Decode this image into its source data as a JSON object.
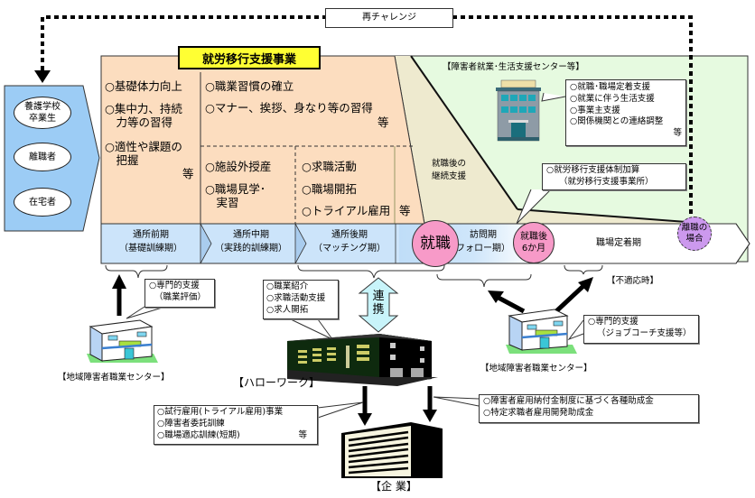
{
  "title": "就労移行支援事業",
  "rechallenge_label": "再チャレンジ",
  "sources": {
    "items": [
      "養護学校\n卒業生",
      "離職者",
      "在宅者"
    ]
  },
  "support_blocks": {
    "col1": [
      "○基礎体力向上",
      "○集中力、持続\n　力等の習得",
      "○適性や課題の\n　把握"
    ],
    "col1_etc": "等",
    "col2_top": [
      "○職業習慣の確立",
      "○マナー、挨拶、身なり等の習得"
    ],
    "col2_top_etc": "等",
    "col2_bottom": [
      "○施設外授産",
      "○職場見学･\n　実習"
    ],
    "col3_bottom": [
      "○求職活動",
      "○職場開拓",
      "○トライアル雇用"
    ],
    "col3_etc": "等"
  },
  "post_employment": {
    "label": "就職後の\n継続支援"
  },
  "center_top": {
    "title": "【障害者就業･生活支援センター等】",
    "items": [
      "○就職･職場定着支援",
      "○就業に伴う生活支援",
      "○事業主支援",
      "○関係機関との連絡調整"
    ],
    "etc": "等"
  },
  "bonus_box": {
    "lines": [
      "○就労移行支援体制加算",
      "（就労移行支援事業所）"
    ]
  },
  "timeline": {
    "phases": [
      {
        "label": "通所前期",
        "sub": "（基礎訓練期）"
      },
      {
        "label": "通所中期",
        "sub": "（実践的訓練期）"
      },
      {
        "label": "通所後期",
        "sub": "（マッチング期）"
      },
      {
        "label": "訪問期",
        "sub": "フォロー期）"
      },
      {
        "label": "職場定着期",
        "sub": ""
      }
    ],
    "employment_circle": "就職",
    "six_month_circle": "就職後\n6か月",
    "leave_circle": "離職の\n場合"
  },
  "vocational_center_left": {
    "callout": [
      "○専門的支援",
      "（職業評価）"
    ],
    "label": "【地域障害者職業センター】"
  },
  "hello_work": {
    "callout": [
      "○職業紹介",
      "○求職活動支援",
      "○求人開拓"
    ],
    "label": "【ハローワーク】",
    "link_label": "連\n携"
  },
  "vocational_center_right": {
    "callout": [
      "○専門的支援",
      "（ジョブコーチ支援等）"
    ],
    "label": "【地域障害者職業センター】",
    "maladjust_label": "【不適応時】"
  },
  "enterprise": {
    "label": "【企 業】",
    "left_callout": [
      "○試行雇用(トライアル雇用)事業",
      "○障害者委託訓練",
      "○職場適応訓練(短期)"
    ],
    "left_etc": "等",
    "right_callout": [
      "○障害者雇用納付金制度に基づく各種助成金",
      "○特定求職者雇用開発助成金"
    ]
  },
  "colors": {
    "orange_area": "#FCDDBF",
    "tan_area": "#EEEACF",
    "green_area": "#E6FAE0",
    "blue_band": "#CCE4FA",
    "source_panel": "#9CCCF5",
    "title_yellow": "#FFFF33",
    "pink": "#F79AC8",
    "purple": "#CC99EE",
    "arrow_cyan": "#C8F4FA"
  }
}
